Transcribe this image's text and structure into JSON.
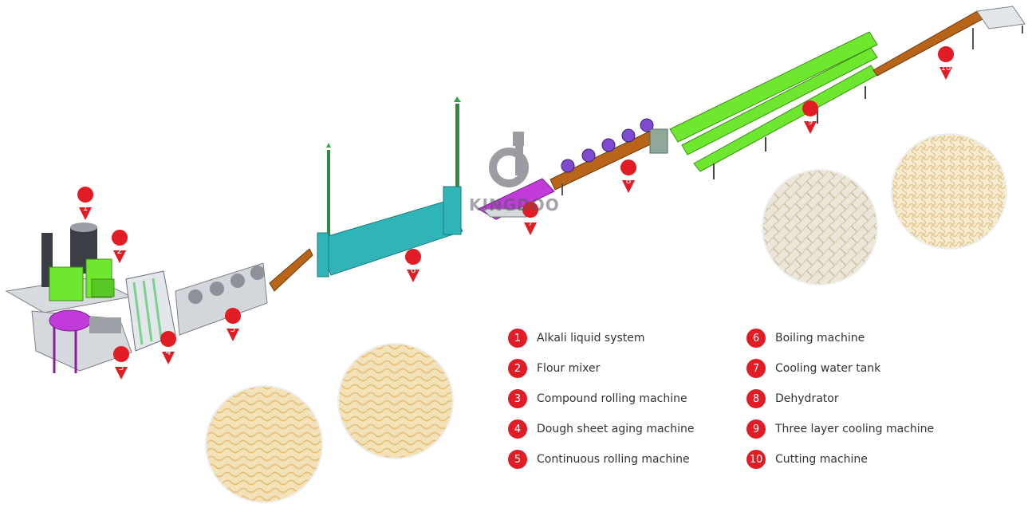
{
  "brand": {
    "name": "KINGDOO"
  },
  "colors": {
    "marker": "#e21c24",
    "mixer_green": "#6ee82e",
    "boiler_teal": "#2fb5b8",
    "cooling_purple": "#c23ad9",
    "conveyor_brown": "#b8651a",
    "frame_gray": "#5a5a5a",
    "legend_text": "#333333"
  },
  "legend": [
    {
      "num": "1",
      "label": "Alkali liquid system"
    },
    {
      "num": "2",
      "label": "Flour mixer"
    },
    {
      "num": "3",
      "label": "Compound rolling machine"
    },
    {
      "num": "4",
      "label": "Dough sheet aging machine"
    },
    {
      "num": "5",
      "label": "Continuous rolling machine"
    },
    {
      "num": "6",
      "label": "Boiling machine"
    },
    {
      "num": "7",
      "label": "Cooling water tank"
    },
    {
      "num": "8",
      "label": "Dehydrator"
    },
    {
      "num": "9",
      "label": "Three layer cooling machine"
    },
    {
      "num": "10",
      "label": "Cutting machine"
    }
  ],
  "markers": [
    {
      "num": "1",
      "icon": "map-pin-icon"
    },
    {
      "num": "2",
      "icon": "map-pin-icon"
    },
    {
      "num": "3",
      "icon": "map-pin-icon"
    },
    {
      "num": "4",
      "icon": "map-pin-icon"
    },
    {
      "num": "5",
      "icon": "map-pin-icon"
    },
    {
      "num": "6",
      "icon": "map-pin-icon"
    },
    {
      "num": "7",
      "icon": "map-pin-icon"
    },
    {
      "num": "8",
      "icon": "map-pin-icon"
    },
    {
      "num": "9",
      "icon": "map-pin-icon"
    },
    {
      "num": "10",
      "icon": "map-pin-icon"
    }
  ],
  "photos": [
    {
      "name": "noodle-photo-fresh",
      "type": "fresh noodle bundles"
    },
    {
      "name": "noodle-photo-strands",
      "type": "loose noodle strands"
    },
    {
      "name": "noodle-photo-thin",
      "type": "thin noodle nest"
    },
    {
      "name": "noodle-photo-curly",
      "type": "curly noodle nest"
    }
  ]
}
